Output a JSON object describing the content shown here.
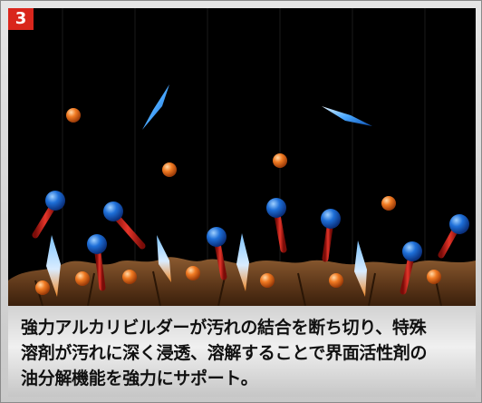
{
  "step_badge": "3",
  "caption_lines": [
    "強力アルカリビルダーが汚れの結合を断ち切り、特殊",
    "溶剤が汚れに深く浸透、溶解することで界面活性剤の",
    "油分解機能を強力にサポート。"
  ],
  "colors": {
    "background": "#000000",
    "dirt": "#6b4423",
    "surfactant_head": "#1e6fd8",
    "surfactant_tail": "#d3261d",
    "builder_particle": "#f07a22",
    "solvent_crystal": "#5ab3ff",
    "badge": "#d9261c"
  },
  "icons": [
    "surfactant-molecule-icon",
    "alkaline-builder-particle-icon",
    "solvent-crystal-icon"
  ]
}
